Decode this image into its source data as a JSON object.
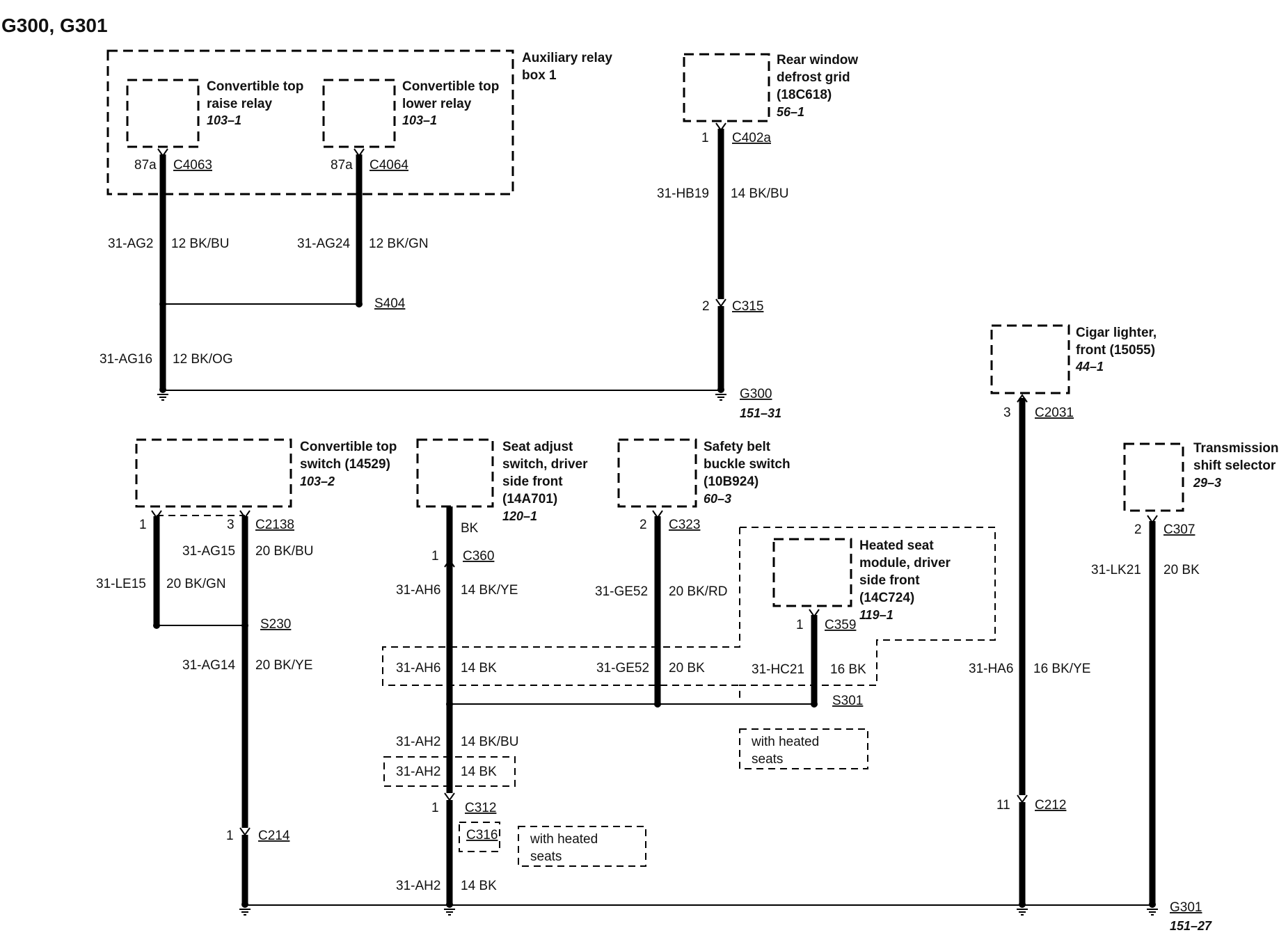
{
  "title": "G300, G301",
  "components": {
    "aux_relay_box": {
      "name_lines": [
        "Auxiliary relay",
        "box 1"
      ]
    },
    "raise_relay": {
      "name_lines": [
        "Convertible top",
        "raise relay"
      ],
      "ref": "103–1"
    },
    "lower_relay": {
      "name_lines": [
        "Convertible top",
        "lower relay"
      ],
      "ref": "103–1"
    },
    "defrost_grid": {
      "name_lines": [
        "Rear window",
        "defrost grid",
        "(18C618)"
      ],
      "ref": "56–1"
    },
    "cigar_lighter": {
      "name_lines": [
        "Cigar lighter,",
        "front (15055)"
      ],
      "ref": "44–1"
    },
    "top_switch": {
      "name_lines": [
        "Convertible top",
        "switch (14529)"
      ],
      "ref": "103–2"
    },
    "seat_adjust": {
      "name_lines": [
        "Seat adjust",
        "switch, driver",
        "side front",
        "(14A701)"
      ],
      "ref": "120–1"
    },
    "belt_switch": {
      "name_lines": [
        "Safety belt",
        "buckle switch",
        "(10B924)"
      ],
      "ref": "60–3"
    },
    "heated_seat": {
      "name_lines": [
        "Heated seat",
        "module, driver",
        "side front",
        "(14C724)"
      ],
      "ref": "119–1"
    },
    "trans_selector": {
      "name_lines": [
        "Transmission",
        "shift selector"
      ],
      "ref": "29–3"
    }
  },
  "connectors": {
    "c4063": {
      "pin": "87a",
      "id": "C4063"
    },
    "c4064": {
      "pin": "87a",
      "id": "C4064"
    },
    "c402a": {
      "pin": "1",
      "id": "C402a"
    },
    "c315": {
      "pin": "2",
      "id": "C315"
    },
    "c2031": {
      "pin": "3",
      "id": "C2031"
    },
    "c2138": {
      "pin1": "1",
      "pin3": "3",
      "id": "C2138"
    },
    "c360": {
      "pin": "1",
      "id": "C360"
    },
    "c323": {
      "pin": "2",
      "id": "C323"
    },
    "c359": {
      "pin": "1",
      "id": "C359"
    },
    "c307": {
      "pin": "2",
      "id": "C307"
    },
    "c312": {
      "pin": "1",
      "id": "C312"
    },
    "c316": {
      "id": "C316"
    },
    "c214": {
      "pin": "1",
      "id": "C214"
    },
    "c212": {
      "pin": "11",
      "id": "C212"
    }
  },
  "splices": {
    "s404": "S404",
    "s230": "S230",
    "s301": "S301"
  },
  "grounds": {
    "g300": {
      "id": "G300",
      "ref": "151–31"
    },
    "g301": {
      "id": "G301",
      "ref": "151–27"
    }
  },
  "wires": {
    "ag2": {
      "circuit": "31-AG2",
      "spec": "12 BK/BU"
    },
    "ag24": {
      "circuit": "31-AG24",
      "spec": "12 BK/GN"
    },
    "ag16": {
      "circuit": "31-AG16",
      "spec": "12 BK/OG"
    },
    "hb19": {
      "circuit": "31-HB19",
      "spec": "14 BK/BU"
    },
    "ag15": {
      "circuit": "31-AG15",
      "spec": "20 BK/BU"
    },
    "le15": {
      "circuit": "31-LE15",
      "spec": "20 BK/GN"
    },
    "ag14": {
      "circuit": "31-AG14",
      "spec": "20 BK/YE"
    },
    "bk": {
      "spec": "BK"
    },
    "ah6a": {
      "circuit": "31-AH6",
      "spec": "14 BK/YE"
    },
    "ah6b": {
      "circuit": "31-AH6",
      "spec": "14 BK"
    },
    "ge52a": {
      "circuit": "31-GE52",
      "spec": "20 BK/RD"
    },
    "ge52b": {
      "circuit": "31-GE52",
      "spec": "20 BK"
    },
    "hc21": {
      "circuit": "31-HC21",
      "spec": "16 BK"
    },
    "ah2a": {
      "circuit": "31-AH2",
      "spec": "14 BK/BU"
    },
    "ah2b": {
      "circuit": "31-AH2",
      "spec": "14 BK"
    },
    "ah2c": {
      "circuit": "31-AH2",
      "spec": "14 BK"
    },
    "ha6": {
      "circuit": "31-HA6",
      "spec": "16 BK/YE"
    },
    "lk21": {
      "circuit": "31-LK21",
      "spec": "20 BK"
    }
  },
  "notes": {
    "heated1": [
      "with heated",
      "seats"
    ],
    "heated2": [
      "with heated",
      "seats"
    ]
  }
}
